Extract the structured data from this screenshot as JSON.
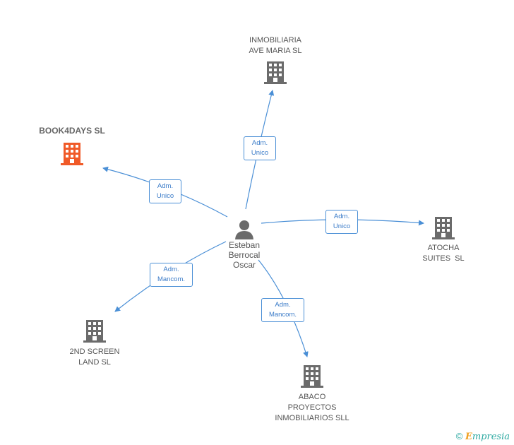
{
  "center": {
    "name_lines": [
      "Esteban",
      "Berrocal",
      "Oscar"
    ],
    "icon": "person-icon"
  },
  "companies": [
    {
      "id": "book4days",
      "lines": [
        "BOOK4DAYS SL"
      ],
      "highlight": true,
      "icon": "building-icon"
    },
    {
      "id": "inmobiliaria",
      "lines": [
        "INMOBILIARIA",
        "AVE MARIA SL"
      ],
      "highlight": false,
      "icon": "building-icon"
    },
    {
      "id": "atocha",
      "lines": [
        "ATOCHA",
        "SUITES  SL"
      ],
      "highlight": false,
      "icon": "building-icon"
    },
    {
      "id": "screen",
      "lines": [
        "2ND SCREEN",
        "LAND SL"
      ],
      "highlight": false,
      "icon": "building-icon"
    },
    {
      "id": "abaco",
      "lines": [
        "ABACO",
        "PROYECTOS",
        "INMOBILIARIOS SLL"
      ],
      "highlight": false,
      "icon": "building-icon"
    }
  ],
  "relations": [
    {
      "target": "book4days",
      "lines": [
        "Adm.",
        "Unico"
      ]
    },
    {
      "target": "inmobiliaria",
      "lines": [
        "Adm.",
        "Unico"
      ]
    },
    {
      "target": "atocha",
      "lines": [
        "Adm.",
        "Unico"
      ]
    },
    {
      "target": "screen",
      "lines": [
        "Adm.",
        "Mancom."
      ]
    },
    {
      "target": "abaco",
      "lines": [
        "Adm.",
        "Mancom."
      ]
    }
  ],
  "colors": {
    "edge": "#4a8fd6",
    "building": "#6b6b6b",
    "highlight": "#f05a28"
  },
  "footer": {
    "copyright": "©",
    "brand_first": "E",
    "brand_rest": "mpresia"
  }
}
